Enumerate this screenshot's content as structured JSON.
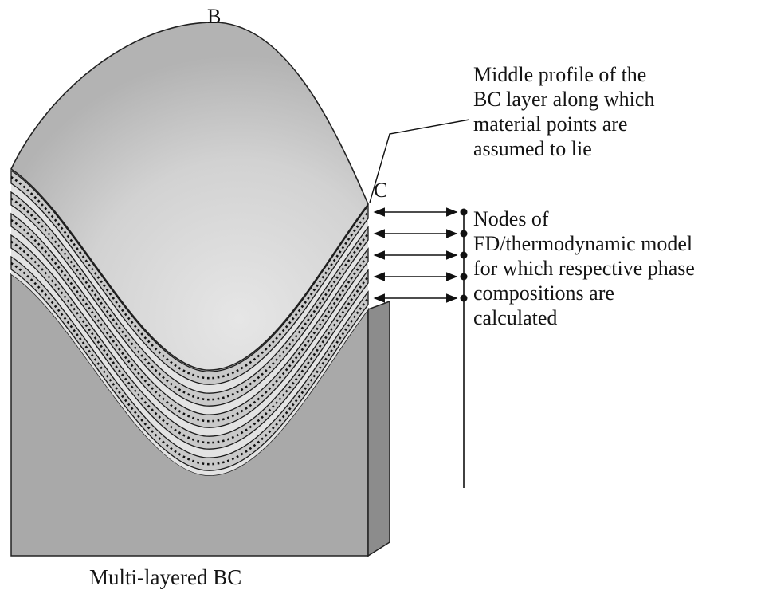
{
  "figure": {
    "labels": {
      "b": "B",
      "c": "C",
      "caption": "Multi-layered BC"
    },
    "annotations": {
      "middle_profile": {
        "lines": [
          "Middle profile of the",
          "BC layer along which",
          "material points are",
          "assumed to lie"
        ]
      },
      "nodes": {
        "lines": [
          "Nodes of",
          "FD/thermodynamic model",
          "for which respective phase",
          "compositions are",
          "calculated"
        ]
      }
    },
    "layer_count": 5,
    "node_count": 5,
    "colors": {
      "front_face": "#a9a9a9",
      "side_face": "#8c8c8c",
      "layer_fill": "#c9c9c9",
      "stack_gap": "#e3e3e3",
      "outline": "#222222",
      "ink": "#111111"
    }
  }
}
